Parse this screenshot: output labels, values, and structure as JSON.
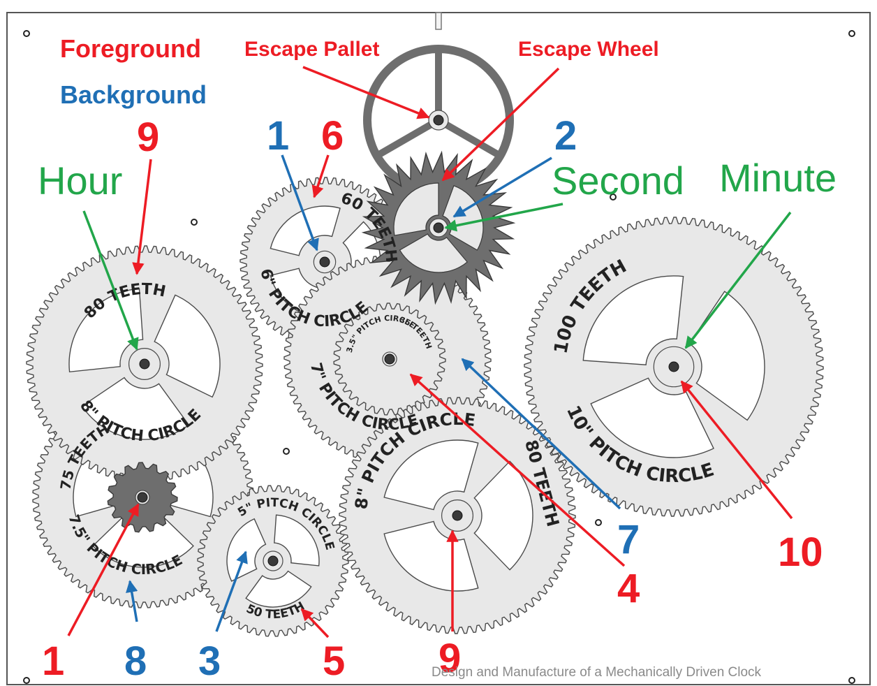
{
  "legend": {
    "foreground": {
      "text": "Foreground",
      "color": "#ed1c24"
    },
    "background": {
      "text": "Background",
      "color": "#1f6fb5"
    }
  },
  "callouts": {
    "escape_pallet": "Escape Pallet",
    "escape_wheel": "Escape Wheel",
    "hour": "Hour",
    "second": "Second",
    "minute": "Minute"
  },
  "numbers": {
    "n9_top": "9",
    "n1_top": "1",
    "n6": "6",
    "n2": "2",
    "n7": "7",
    "n4": "4",
    "n10": "10",
    "n1_bottom": "1",
    "n8": "8",
    "n3": "3",
    "n5": "5",
    "n9_bottom": "9"
  },
  "gear_text": {
    "g80a_teeth": "80 TEETH",
    "g80a_pitch": "8\" PITCH CIRCLE",
    "g60_teeth": "60 TEETH",
    "g60_pitch": "6\" PITCH CIRCLE",
    "g7_pitch": "7\" PITCH CIRCLE",
    "g35_teeth": "35 TEETH",
    "g35_pitch": "3.5\" PITCH CIRCLE",
    "g100_teeth": "100 TEETH",
    "g100_pitch": "10\" PITCH CIRCLE",
    "g75_teeth": "75 TEETH",
    "g75_pitch": "7.5\" PITCH CIRCLE",
    "g50_teeth": "50 TEETH",
    "g50_pitch": "5\" PITCH CIRCLE",
    "g80b_teeth": "80 TEETH",
    "g80b_pitch": "8\" PITCH CIRCLE"
  },
  "footer": {
    "title": "Design and Manufacture of a Mechanically Driven Clock"
  },
  "colors": {
    "red": "#ed1c24",
    "blue": "#1f6fb5",
    "green": "#22a64a",
    "gear": "#e8e8e8",
    "gear_dark": "#6e6e6e"
  }
}
